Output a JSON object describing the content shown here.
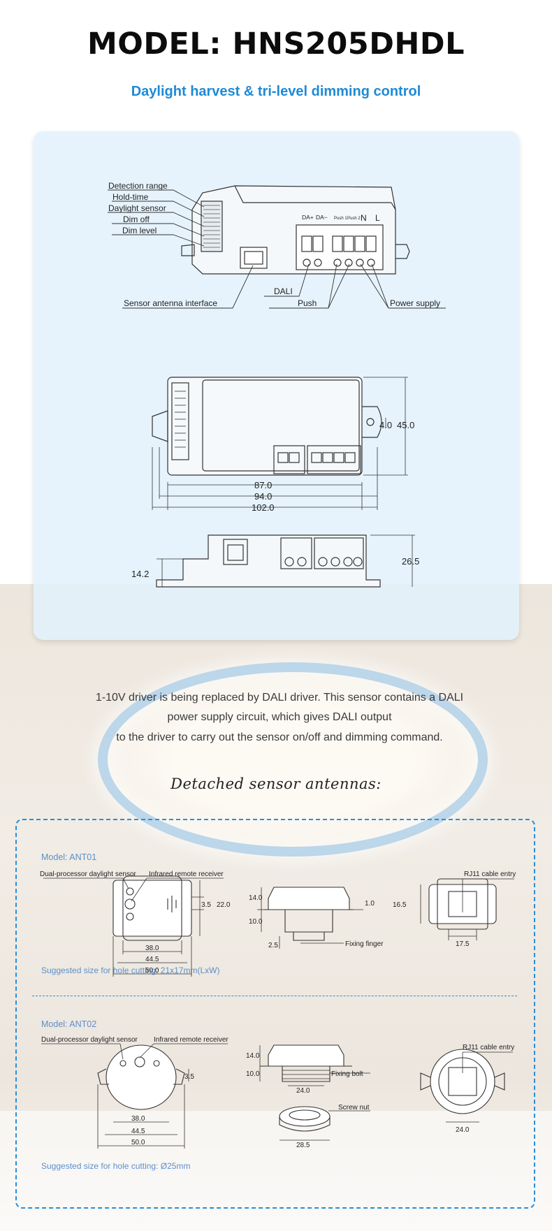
{
  "header": {
    "title": "MODEL: HNS205DHDL",
    "subtitle": "Daylight harvest & tri-level dimming control"
  },
  "wiring": {
    "left_labels": [
      "Detection range",
      "Hold-time",
      "Daylight sensor",
      "Dim off",
      "Dim level"
    ],
    "terminal_labels": [
      "DA+",
      "DA−",
      "Push 1",
      "Push 2",
      "N",
      "L"
    ],
    "sensor_antenna": "Sensor antenna interface",
    "dali": "DALI",
    "push": "Push",
    "power_supply": "Power supply"
  },
  "dimensions": {
    "d87": "87.0",
    "d94": "94.0",
    "d102": "102.0",
    "d45": "45.0",
    "d4": "4.0",
    "d26": "26.5",
    "d14": "14.2"
  },
  "description": {
    "line1": "1-10V driver is being replaced by DALI driver. This sensor contains a DALI",
    "line2": "power supply circuit, which gives DALI output",
    "line3": "to the driver to carry out the sensor on/off and dimming command."
  },
  "antennas_title": "Detached sensor antennas:",
  "ant01": {
    "model": "Model: ANT01",
    "dual": "Dual-processor daylight sensor",
    "ir": "Infrared remote receiver",
    "d35": "3.5",
    "d22": "22.0",
    "d38": "38.0",
    "d445": "44.5",
    "d50": "50.0",
    "d14": "14.0",
    "d10": "10.0",
    "d25": "2.5",
    "d1": "1.0",
    "fixing_finger": "Fixing finger",
    "rj11": "RJ11 cable entry",
    "d165": "16.5",
    "d175": "17.5",
    "hole": "Suggested size for hole cutting: 21x17mm(LxW)"
  },
  "ant02": {
    "model": "Model: ANT02",
    "dual": "Dual-processor daylight sensor",
    "ir": "Infrared remote receiver",
    "d35": "3.5",
    "d38": "38.0",
    "d445": "44.5",
    "d50": "50.0",
    "d14": "14.0",
    "d10": "10.0",
    "d24": "24.0",
    "fixing_bolt": "Fixing bolt",
    "screw_nut": "Screw nut",
    "d285": "28.5",
    "rj11": "RJ11 cable entry",
    "d24b": "24.0",
    "hole": "Suggested size for hole cutting: Ø25mm"
  }
}
